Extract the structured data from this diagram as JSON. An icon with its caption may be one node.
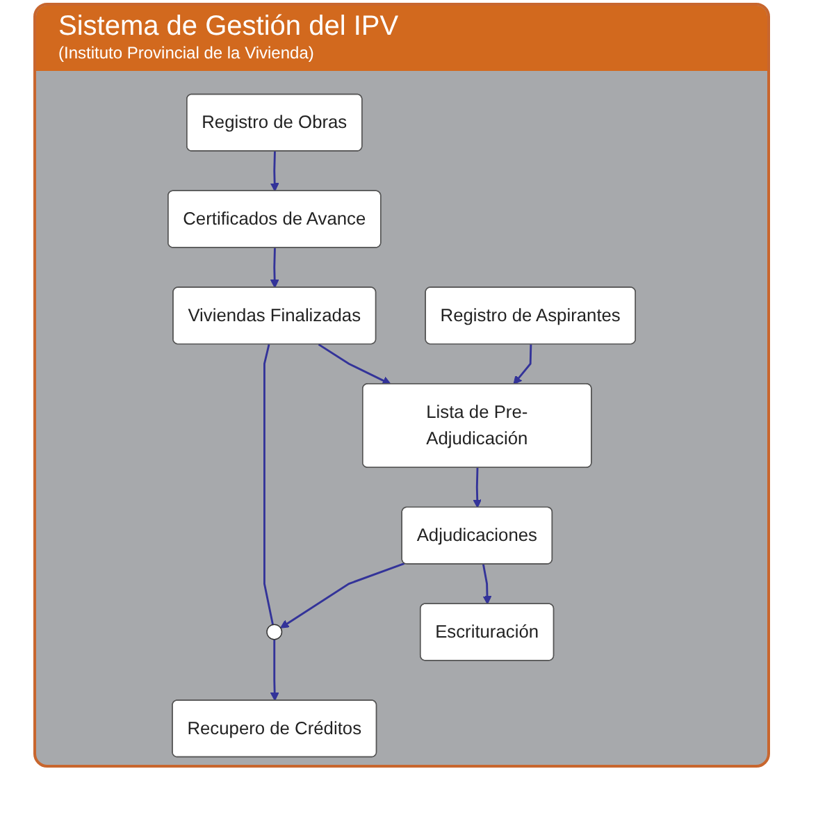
{
  "diagram": {
    "title": "Sistema de Gestión del IPV",
    "labels": [
      "(Instituto Provincial de la Vivienda)"
    ],
    "nodes": [
      {
        "text": [
          "Registro de Aspirantes"
        ]
      },
      {
        "text": [
          "Registro de Obras"
        ]
      },
      {
        "text": [
          "Certificados de Avance"
        ]
      },
      {
        "text": [
          "Lista de Pre-Adjudicación"
        ]
      },
      {
        "text": [
          "Viviendas Finalizadas"
        ]
      },
      {
        "text": [
          "Adjudicaciones"
        ]
      },
      {
        "text": [],
        "shape": "circle"
      },
      {
        "text": [
          "Escrituración"
        ]
      },
      {
        "text": [
          "Recupero de Créditos"
        ]
      }
    ],
    "edges": [
      {
        "from": 0,
        "to": 3,
        "arrow": "to"
      },
      {
        "from": 1,
        "to": 2,
        "arrow": "to"
      },
      {
        "from": 2,
        "to": 4,
        "arrow": "to"
      },
      {
        "from": 4,
        "to": 3,
        "arrow": "to"
      },
      {
        "from": 3,
        "to": 5,
        "arrow": "to"
      },
      {
        "from": 5,
        "to": 6,
        "arrow": "to"
      },
      {
        "from": 4,
        "to": 6,
        "arrow": "none"
      },
      {
        "from": 6,
        "to": 8,
        "arrow": "to"
      },
      {
        "from": 5,
        "to": 7,
        "arrow": "to"
      }
    ]
  }
}
